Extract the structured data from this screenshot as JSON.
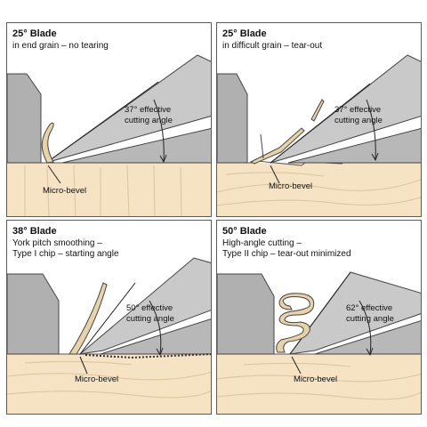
{
  "panels": [
    {
      "title": "25° Blade",
      "subtitle": [
        "in end grain – no tearing"
      ],
      "angle_label": [
        "37° effective",
        "cutting angle"
      ],
      "bevel_label": "Micro-bevel"
    },
    {
      "title": "25° Blade",
      "subtitle": [
        "in difficult grain – tear-out"
      ],
      "angle_label": [
        "37° effective",
        "cutting angle"
      ],
      "bevel_label": "Micro-bevel"
    },
    {
      "title": "38° Blade",
      "subtitle": [
        "York pitch smoothing –",
        "Type I chip – starting angle"
      ],
      "angle_label": [
        "50° effective",
        "cutting angle"
      ],
      "bevel_label": "Micro-bevel"
    },
    {
      "title": "50° Blade",
      "subtitle": [
        "High-angle cutting –",
        "Type II chip – tear-out minimized"
      ],
      "angle_label": [
        "62° effective",
        "cutting angle"
      ],
      "bevel_label": "Micro-bevel"
    }
  ],
  "colors": {
    "wood": "#f5e3c4",
    "grain": "#d9c4a0",
    "sole": "#b0b0b0",
    "blade": "#c9c9c9",
    "outline": "#444444",
    "chip": "#e8d3a8"
  }
}
